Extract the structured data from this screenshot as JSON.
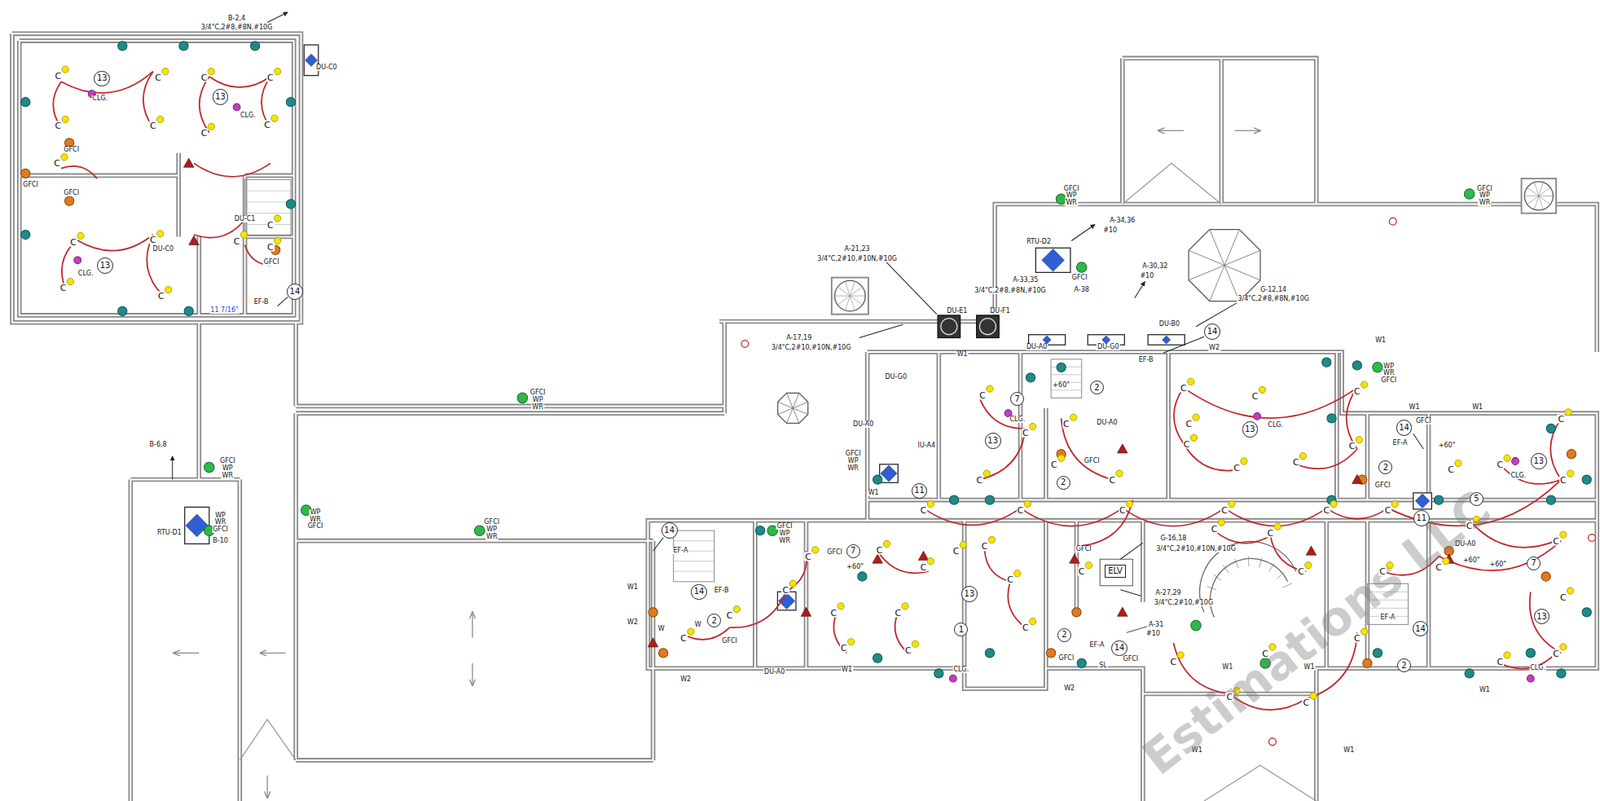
{
  "diagram": {
    "nodes": [
      {
        "text": [
          "13"
        ]
      },
      {
        "text": [
          "13"
        ]
      },
      {
        "text": [
          "13"
        ]
      },
      {
        "text": [
          "14"
        ]
      },
      {
        "text": [
          "14"
        ]
      },
      {
        "text": [
          "7"
        ]
      },
      {
        "text": [
          "2"
        ]
      },
      {
        "text": [
          "13"
        ]
      },
      {
        "text": [
          "13"
        ]
      },
      {
        "text": [
          "11"
        ]
      },
      {
        "text": [
          "2"
        ]
      },
      {
        "text": [
          "14"
        ]
      },
      {
        "text": [
          "2"
        ]
      },
      {
        "text": [
          "13"
        ]
      },
      {
        "text": [
          "11"
        ]
      },
      {
        "text": [
          "5"
        ]
      },
      {
        "text": [
          "7"
        ]
      },
      {
        "text": [
          "13"
        ]
      },
      {
        "text": [
          "14"
        ]
      },
      {
        "text": [
          "2"
        ]
      },
      {
        "text": [
          "7"
        ]
      },
      {
        "text": [
          "13"
        ]
      },
      {
        "text": [
          "1"
        ]
      },
      {
        "text": [
          "2"
        ]
      },
      {
        "text": [
          "14"
        ]
      },
      {
        "text": [
          "14"
        ]
      },
      {
        "text": [
          "14"
        ]
      },
      {
        "text": [
          "2"
        ]
      },
      {
        "text": [
          "ELV"
        ]
      }
    ],
    "labels": [
      "B-2,4",
      "3/4\"C,2#8,#8N,#10G",
      "DU-C0",
      "CLG.",
      "CLG.",
      "CLG.",
      "GFCI",
      "GFCI",
      "GFCI",
      "DU-C1",
      "DU-C0",
      "EF-B",
      "GFCI",
      "11 7/16\"",
      "B-6,8",
      "GFCI",
      "WP",
      "WR",
      "RTU-D1",
      "WP",
      "WR",
      "GFCI",
      "B-10",
      "GFCI",
      "WP",
      "WR",
      "WP",
      "WR",
      "GFCI",
      "GFCI",
      "WP",
      "WR",
      "GFCI",
      "WP",
      "WR",
      "A-17,19",
      "3/4\"C,2#10,#10N,#10G",
      "A-21,23",
      "3/4\"C,2#10,#10N,#10G",
      "DU-E1",
      "DU-F1",
      "RTU-D2",
      "A-34,36",
      "#10",
      "A-33,35",
      "3/4\"C,2#8,#8N,#10G",
      "GFCI",
      "A-38",
      "A-30,32",
      "#10",
      "G-12,14",
      "3/4\"C,2#8,#8N,#10G",
      "DU-A0",
      "DU-G0",
      "DU-B0",
      "W2",
      "GFCI",
      "WP",
      "WR",
      "GFCI",
      "WP",
      "WR",
      "EF-B",
      "W1",
      "W1",
      "W1",
      "W1",
      "W1",
      "WP",
      "WR",
      "GFCI",
      "DU-G0",
      "DU-A0",
      "IU-A4",
      "GFCI",
      "WP",
      "WR",
      "+60\"",
      "DU-A0",
      "GFCI",
      "GFCI",
      "+60\"",
      "GFCI",
      "DU-A0",
      "+60\"",
      "+60\"",
      "+60\"",
      "GFCI",
      "G-16,18",
      "3/4\"C,2#10,#10N,#10G",
      "A-27,29",
      "3/4\"C,2#10,#10G",
      "A-31",
      "#10",
      "GFCI",
      "SL",
      "GFCI",
      "GFCI",
      "DU-A0",
      "GFCI",
      "W1",
      "W2",
      "W2",
      "W1",
      "W2",
      "W1",
      "W1",
      "W1",
      "W1",
      "W1",
      "W",
      "W",
      "CLG.",
      "CLG.",
      "CLG.",
      "CLG.",
      "CLG.",
      "EF-A",
      "EF-A",
      "EF-A",
      "EF-A",
      "EF-B",
      "Estimations LLC",
      "C",
      "C",
      "C",
      "C",
      "C",
      "C",
      "C",
      "C",
      "C",
      "C",
      "C",
      "C",
      "C",
      "C",
      "C",
      "C",
      "C",
      "C",
      "C",
      "C",
      "C",
      "C",
      "C",
      "C",
      "C",
      "C",
      "C",
      "C",
      "C",
      "C",
      "C",
      "C",
      "C",
      "C",
      "C",
      "C",
      "C",
      "C",
      "C",
      "C",
      "C",
      "C",
      "C",
      "C",
      "C",
      "C",
      "C",
      "C",
      "C",
      "C",
      "C",
      "C",
      "C",
      "C",
      "C",
      "C",
      "C",
      "C",
      "C",
      "C",
      "C",
      "C",
      "C",
      "C",
      "C",
      "C",
      "C",
      "C",
      "C",
      "C"
    ]
  }
}
